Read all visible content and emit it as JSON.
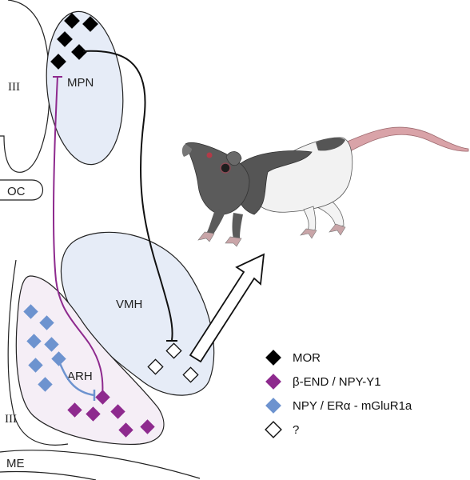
{
  "regions": {
    "third_ventricle_upper": "III",
    "mpn": "MPN",
    "oc": "OC",
    "vmh": "VMH",
    "arh": "ARH",
    "third_ventricle_lower": "III",
    "me": "ME"
  },
  "legend": [
    {
      "label": "MOR",
      "color": "#000000",
      "filled": true
    },
    {
      "label": "β-END / NPY-Y1",
      "color": "#8e2a8e",
      "filled": true
    },
    {
      "label": "NPY / ERα - mGluR1a",
      "color": "#6d93cf",
      "filled": true
    },
    {
      "label": "?",
      "color": "#ffffff",
      "filled": false
    }
  ],
  "colors": {
    "mor": "#000000",
    "beta_end": "#8e2a8e",
    "npy": "#6d93cf",
    "region_fill_blue": "#e6ecf7",
    "region_fill_pink": "#f5eef6"
  },
  "illustration": "rat-icon"
}
